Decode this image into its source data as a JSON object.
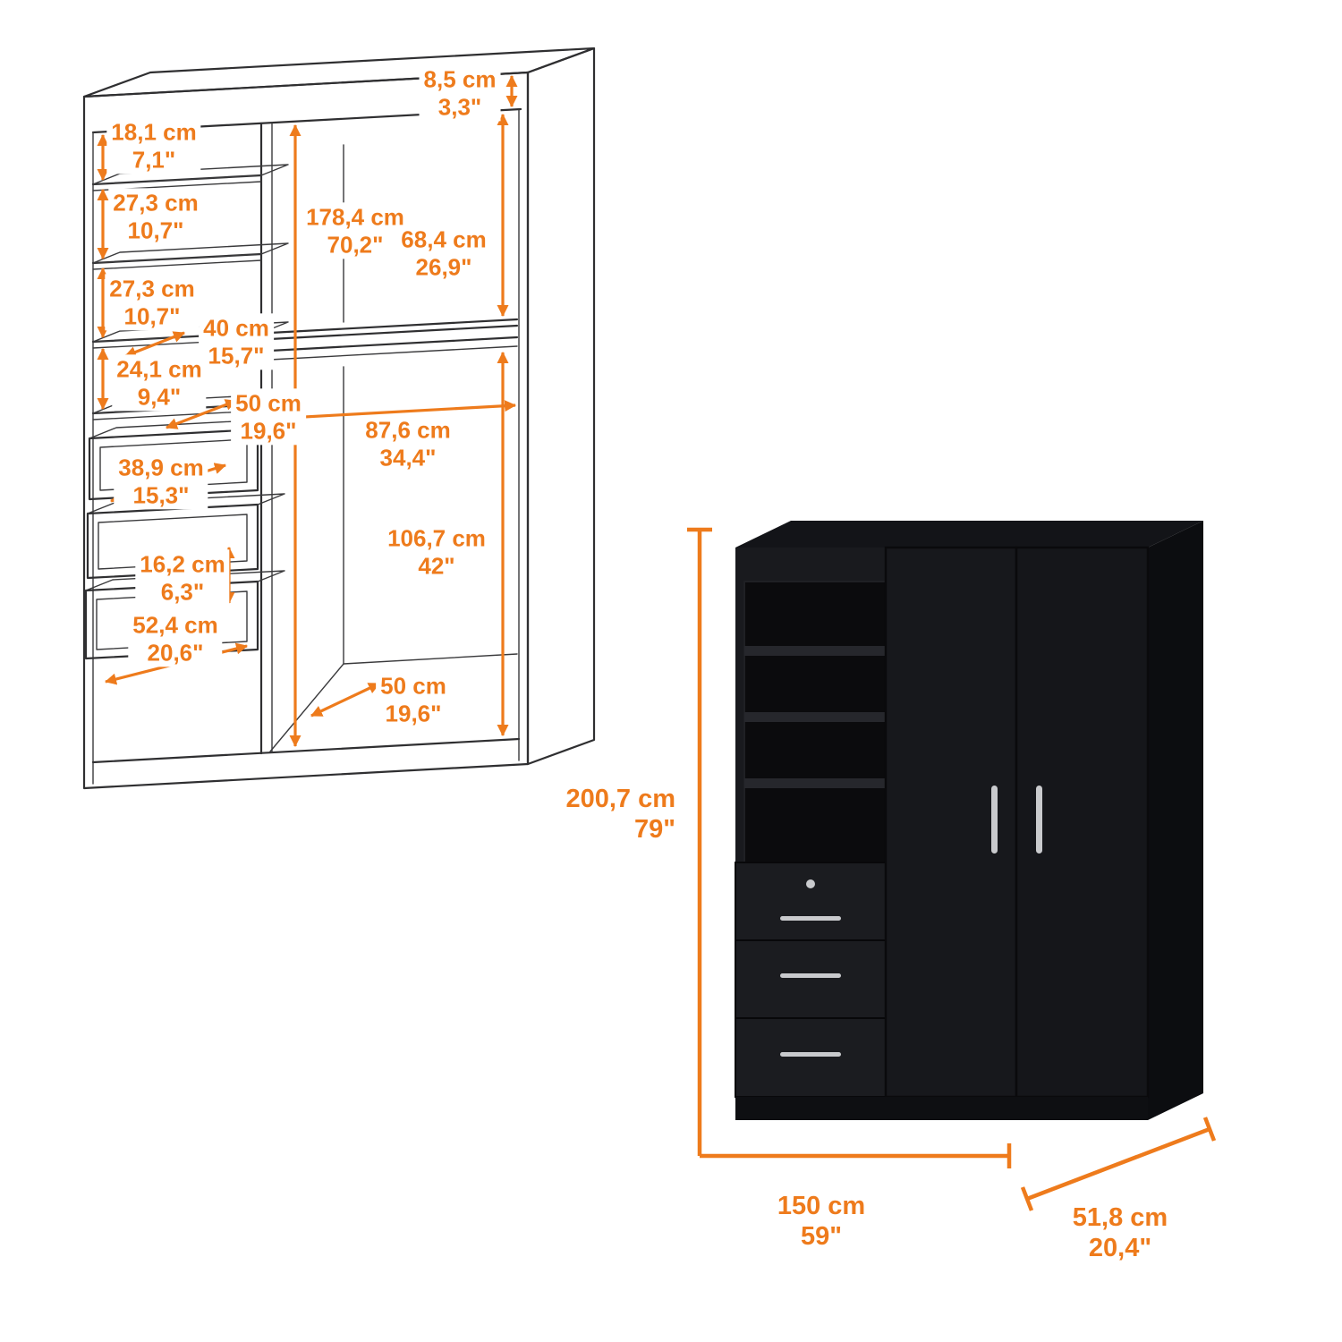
{
  "meta": {
    "description": "Armoire / wardrobe product dimensions diagram",
    "accent_color": "#EE7B1C",
    "line_color": "#2F2F31",
    "cabinet_color": "#17181C",
    "background_color": "#FFFFFF"
  },
  "wireframe_dims": {
    "top_section": {
      "cm": "18,1 cm",
      "in": "7,1\""
    },
    "crown": {
      "cm": "8,5 cm",
      "in": "3,3\""
    },
    "shelf_section_a": {
      "cm": "27,3 cm",
      "in": "10,7\""
    },
    "interior_height": {
      "cm": "178,4 cm",
      "in": "70,2\""
    },
    "upper_hanging": {
      "cm": "68,4 cm",
      "in": "26,9\""
    },
    "shelf_section_b": {
      "cm": "27,3 cm",
      "in": "10,7\""
    },
    "shelf_depth": {
      "cm": "40 cm",
      "in": "15,7\""
    },
    "shelf_section_c": {
      "cm": "24,1 cm",
      "in": "9,4\""
    },
    "column_depth": {
      "cm": "50 cm",
      "in": "19,6\""
    },
    "hanging_width": {
      "cm": "87,6 cm",
      "in": "34,4\""
    },
    "drawer_width": {
      "cm": "38,9 cm",
      "in": "15,3\""
    },
    "lower_hanging": {
      "cm": "106,7 cm",
      "in": "42\""
    },
    "drawer_height": {
      "cm": "16,2 cm",
      "in": "6,3\""
    },
    "drawer_bottom_width": {
      "cm": "52,4 cm",
      "in": "20,6\""
    },
    "bottom_depth": {
      "cm": "50 cm",
      "in": "19,6\""
    }
  },
  "product_dims": {
    "height": {
      "cm": "200,7 cm",
      "in": "79\""
    },
    "width": {
      "cm": "150 cm",
      "in": "59\""
    },
    "depth": {
      "cm": "51,8 cm",
      "in": "20,4\""
    }
  }
}
